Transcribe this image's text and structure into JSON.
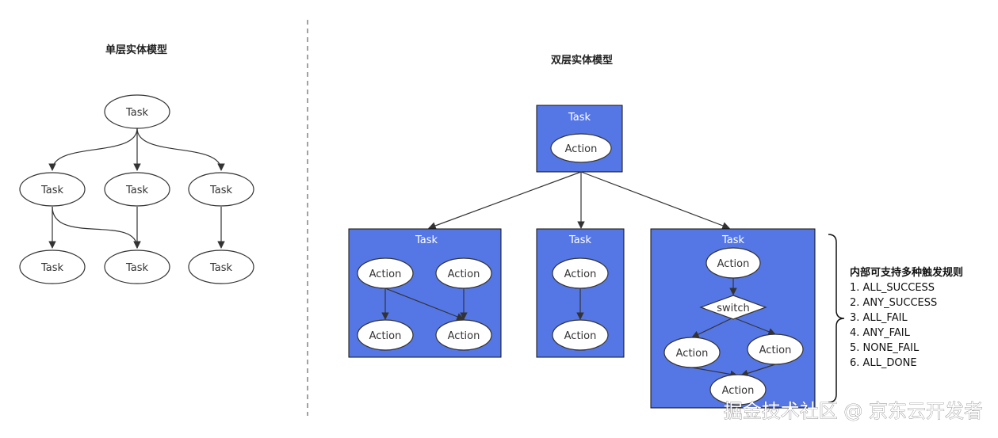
{
  "titles": {
    "single": "单层实体模型",
    "double": "双层实体模型"
  },
  "labels": {
    "task": "Task",
    "action": "Action",
    "switch": "switch"
  },
  "rules": {
    "heading": "内部可支持多种触发规则",
    "items": [
      "1.  ALL_SUCCESS",
      "2. ANY_SUCCESS",
      "3. ALL_FAIL",
      "4. ANY_FAIL",
      "5. NONE_FAIL",
      "6. ALL_DONE"
    ]
  },
  "watermark": "掘金技术社区 @ 京东云开发者",
  "colors": {
    "box_fill": "#5577e6",
    "box_stroke": "#111111",
    "node_fill": "#ffffff",
    "edge": "#333333"
  }
}
